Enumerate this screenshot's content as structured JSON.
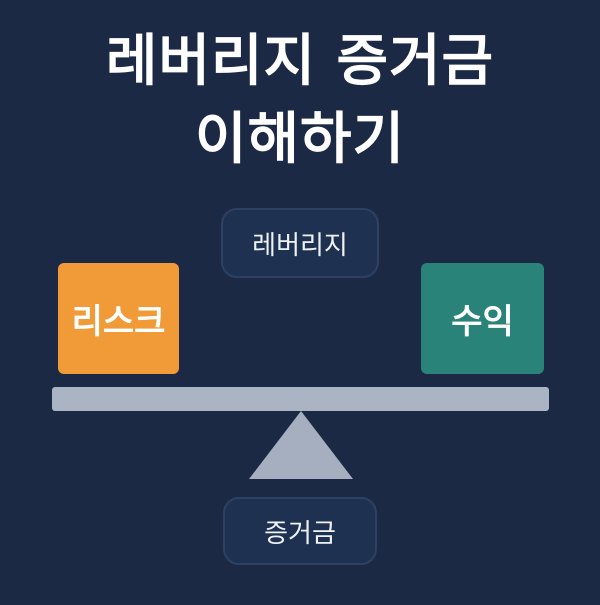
{
  "title": {
    "line1": "레버리지 증거금",
    "line2": "이해하기"
  },
  "labels": {
    "leverage": "레버리지",
    "risk": "리스크",
    "return": "수익",
    "margin": "증거금"
  },
  "colors": {
    "background": "#1b2945",
    "risk": "#f09b38",
    "return": "#2a8378",
    "beam": "#aab4c3",
    "fulcrum": "#a5afbf",
    "pill": "#1f3150"
  }
}
